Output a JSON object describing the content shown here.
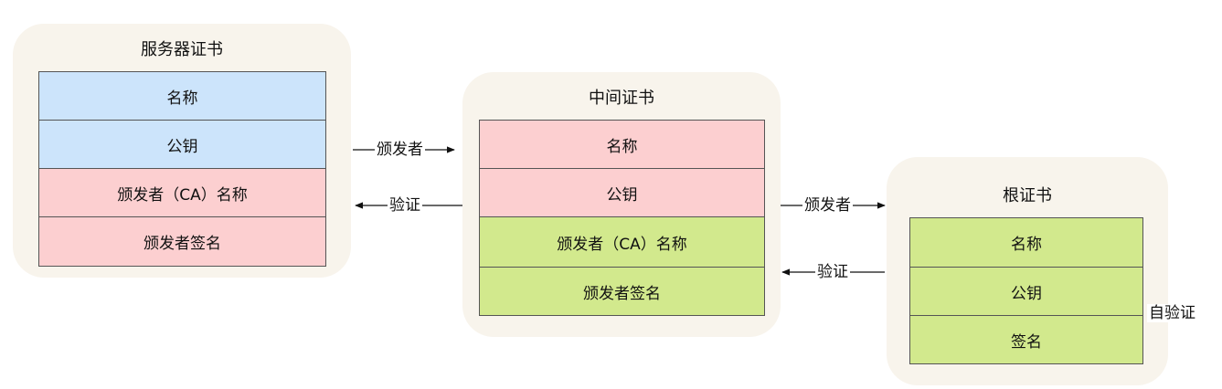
{
  "server_cert": {
    "title": "服务器证书",
    "fields": [
      "名称",
      "公钥",
      "颁发者（CA）名称",
      "颁发者签名"
    ]
  },
  "intermediate_cert": {
    "title": "中间证书",
    "fields": [
      "名称",
      "公钥",
      "颁发者（CA）名称",
      "颁发者签名"
    ]
  },
  "root_cert": {
    "title": "根证书",
    "fields": [
      "名称",
      "公钥",
      "签名"
    ]
  },
  "edges": {
    "issuer_label": "颁发者",
    "verify_label": "验证",
    "self_verify_label": "自验证"
  },
  "colors": {
    "panel_bg": "#f8f4ec",
    "name_key_blue": "#cce4fb",
    "issuer_pink": "#fccfd0",
    "issuer_green": "#d2e98d",
    "border": "#555555"
  }
}
